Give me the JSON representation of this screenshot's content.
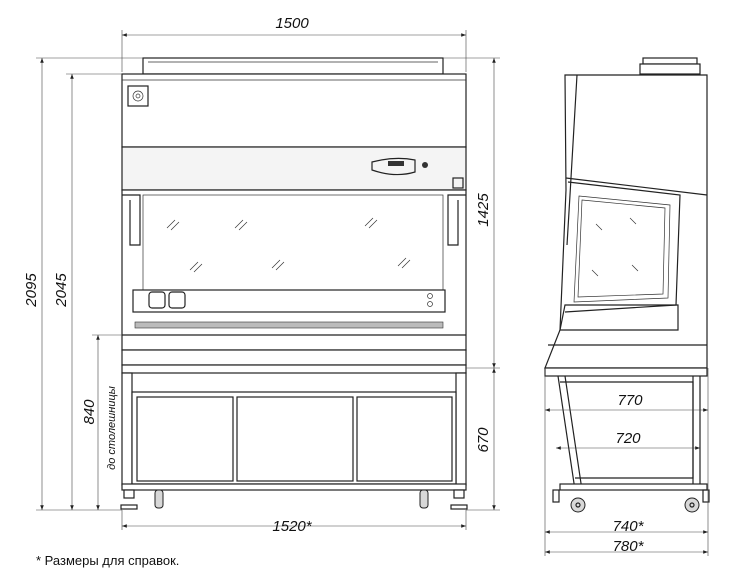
{
  "title": "Бокс биологической безопасности — габаритный чертёж",
  "dimensions": {
    "width_top": "1500",
    "height_total": "2095",
    "height_body": "2045",
    "height_worktop": "840",
    "worktop_note": "до столешницы",
    "height_cabinet": "1425",
    "height_stand": "670",
    "width_base": "1520*",
    "depth_770": "770",
    "depth_720": "720",
    "depth_740": "740*",
    "depth_780": "780*"
  },
  "footnote": "* Размеры для справок."
}
